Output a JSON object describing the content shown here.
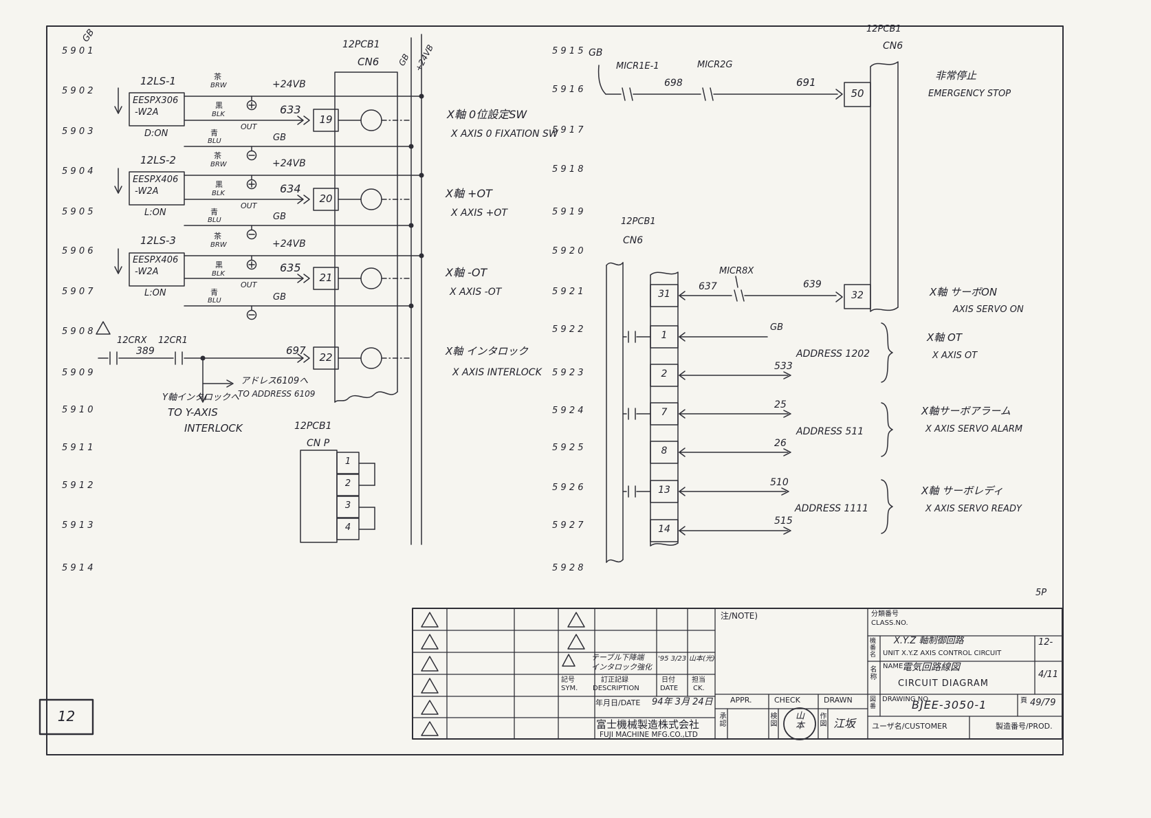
{
  "sheet": {
    "page_number": "12",
    "corner_ref": "5P",
    "gb_corner": "GB"
  },
  "rails": {
    "left": [
      "5901",
      "5902",
      "5903",
      "5904",
      "5905",
      "5906",
      "5907",
      "5908",
      "5909",
      "5910",
      "5911",
      "5912",
      "5913",
      "5914"
    ],
    "right": [
      "5915",
      "5916",
      "5917",
      "5918",
      "5919",
      "5920",
      "5921",
      "5922",
      "5923",
      "5924",
      "5925",
      "5926",
      "5927",
      "5928"
    ]
  },
  "bus": {
    "gb": "GB",
    "p24": "+24VB"
  },
  "cn6_left": {
    "board": "12PCB1",
    "conn": "CN6"
  },
  "cnp": {
    "board": "12PCB1",
    "conn": "CN P",
    "pins": [
      "1",
      "2",
      "3",
      "4"
    ]
  },
  "switches": [
    {
      "tag": "12LS-1",
      "model1": "EESPX306",
      "model2": "-W2A",
      "mode": "D:ON",
      "c1jp": "茶",
      "c1": "BRW",
      "c2jp": "黒",
      "c2": "BLK",
      "c3jp": "青",
      "c3": "BLU",
      "p24": "+24VB",
      "out": "OUT",
      "wire": "633",
      "gb": "GB",
      "pin": "19",
      "jp": "X軸 0位設定SW",
      "en": "X AXIS 0 FIXATION SW"
    },
    {
      "tag": "12LS-2",
      "model1": "EESPX406",
      "model2": "-W2A",
      "mode": "L:ON",
      "c1jp": "茶",
      "c1": "BRW",
      "c2jp": "黒",
      "c2": "BLK",
      "c3jp": "青",
      "c3": "BLU",
      "p24": "+24VB",
      "out": "OUT",
      "wire": "634",
      "gb": "GB",
      "pin": "20",
      "jp": "X軸 +OT",
      "en": "X AXIS +OT"
    },
    {
      "tag": "12LS-3",
      "model1": "EESPX406",
      "model2": "-W2A",
      "mode": "L:ON",
      "c1jp": "茶",
      "c1": "BRW",
      "c2jp": "黒",
      "c2": "BLK",
      "c3jp": "青",
      "c3": "BLU",
      "p24": "+24VB",
      "out": "OUT",
      "wire": "635",
      "gb": "GB",
      "pin": "21",
      "jp": "X軸 -OT",
      "en": "X AXIS -OT"
    }
  ],
  "interlock": {
    "relay1": "12CRX",
    "n1": "389",
    "relay2": "12CR1",
    "wire": "697",
    "pin": "22",
    "jp": "X軸 インタロック",
    "en": "X AXIS INTERLOCK",
    "addr_jp": "アドレス6109へ",
    "addr_en": "TO ADDRESS 6109",
    "y_jp": "Y軸インタロックへ",
    "y_en1": "TO Y-AXIS",
    "y_en2": "INTERLOCK"
  },
  "emergency": {
    "gb": "GB",
    "k1": "MICR1E-1",
    "w1": "698",
    "k2": "MICR2G",
    "w2": "691",
    "pin": "50",
    "jp": "非常停止",
    "en": "EMERGENCY STOP",
    "board": "12PCB1",
    "conn": "CN6"
  },
  "servo_on": {
    "board": "12PCB1",
    "conn": "CN6",
    "pin_a": "31",
    "w1": "637",
    "k": "MICR8X",
    "w2": "639",
    "pin_b": "32",
    "jp": "X軸 サーボON",
    "en": "AXIS SERVO ON"
  },
  "signals": [
    {
      "pin_a": "1",
      "pin_b": "2",
      "sig_a": "GB",
      "sig_b": "533",
      "addr": "ADDRESS 1202",
      "jp": "X軸 OT",
      "en": "X AXIS OT"
    },
    {
      "pin_a": "7",
      "pin_b": "8",
      "sig_a": "25",
      "sig_b": "26",
      "addr": "ADDRESS 511",
      "jp": "X軸サーボアラーム",
      "en": "X AXIS SERVO ALARM"
    },
    {
      "pin_a": "13",
      "pin_b": "14",
      "sig_a": "510",
      "sig_b": "515",
      "addr": "ADDRESS 1111",
      "jp": "X軸 サーボレディ",
      "en": "X AXIS SERVO READY"
    }
  ],
  "title_block": {
    "note": "注/NOTE)",
    "class_jp": "分類番号",
    "class_en": "CLASS.NO.",
    "unit_label": "機番名",
    "unit_jp": "X.Y.Z 軸制御回路",
    "unit_en": "UNIT X.Y.Z AXIS CONTROL CIRCUIT",
    "unit_no": "12-",
    "name_label_jp": "名称",
    "name_label_en": "NAME",
    "name_jp": "電気回路線図",
    "name_en": "CIRCUIT DIAGRAM",
    "sheet_no": "4/11",
    "dwg_label_jp": "図番",
    "dwg_label_en": "DRAWING NO.",
    "dwg_no": "BJEE-3050-1",
    "page_label": "頁",
    "page_no": "49/79",
    "customer": "ユーザ名/CUSTOMER",
    "prod": "製造番号/PROD.",
    "company_jp": "富士機械製造株式会社",
    "company_en": "FUJI MACHINE MFG.CO.,LTD",
    "date_label": "年月日/DATE",
    "date_value": "94年 3月 24日",
    "appr": "APPR.",
    "check": "CHECK",
    "drawn": "DRAWN",
    "appr_jp": "承認",
    "check_jp": "検図",
    "drawn_jp": "作図",
    "check_stamp": "山本",
    "drawn_sig": "江坂",
    "rev": {
      "sym_jp": "記号",
      "sym_en": "SYM.",
      "desc_jp": "訂正記録",
      "desc_en": "DESCRIPTION",
      "date_jp": "日付",
      "date_en": "DATE",
      "ck_jp": "担当",
      "ck_en": "CK.",
      "entry_desc1": "テーブル下降端",
      "entry_desc2": "インタロック強化",
      "entry_date": "'95 3/23",
      "entry_ck": "山本(光)"
    }
  }
}
